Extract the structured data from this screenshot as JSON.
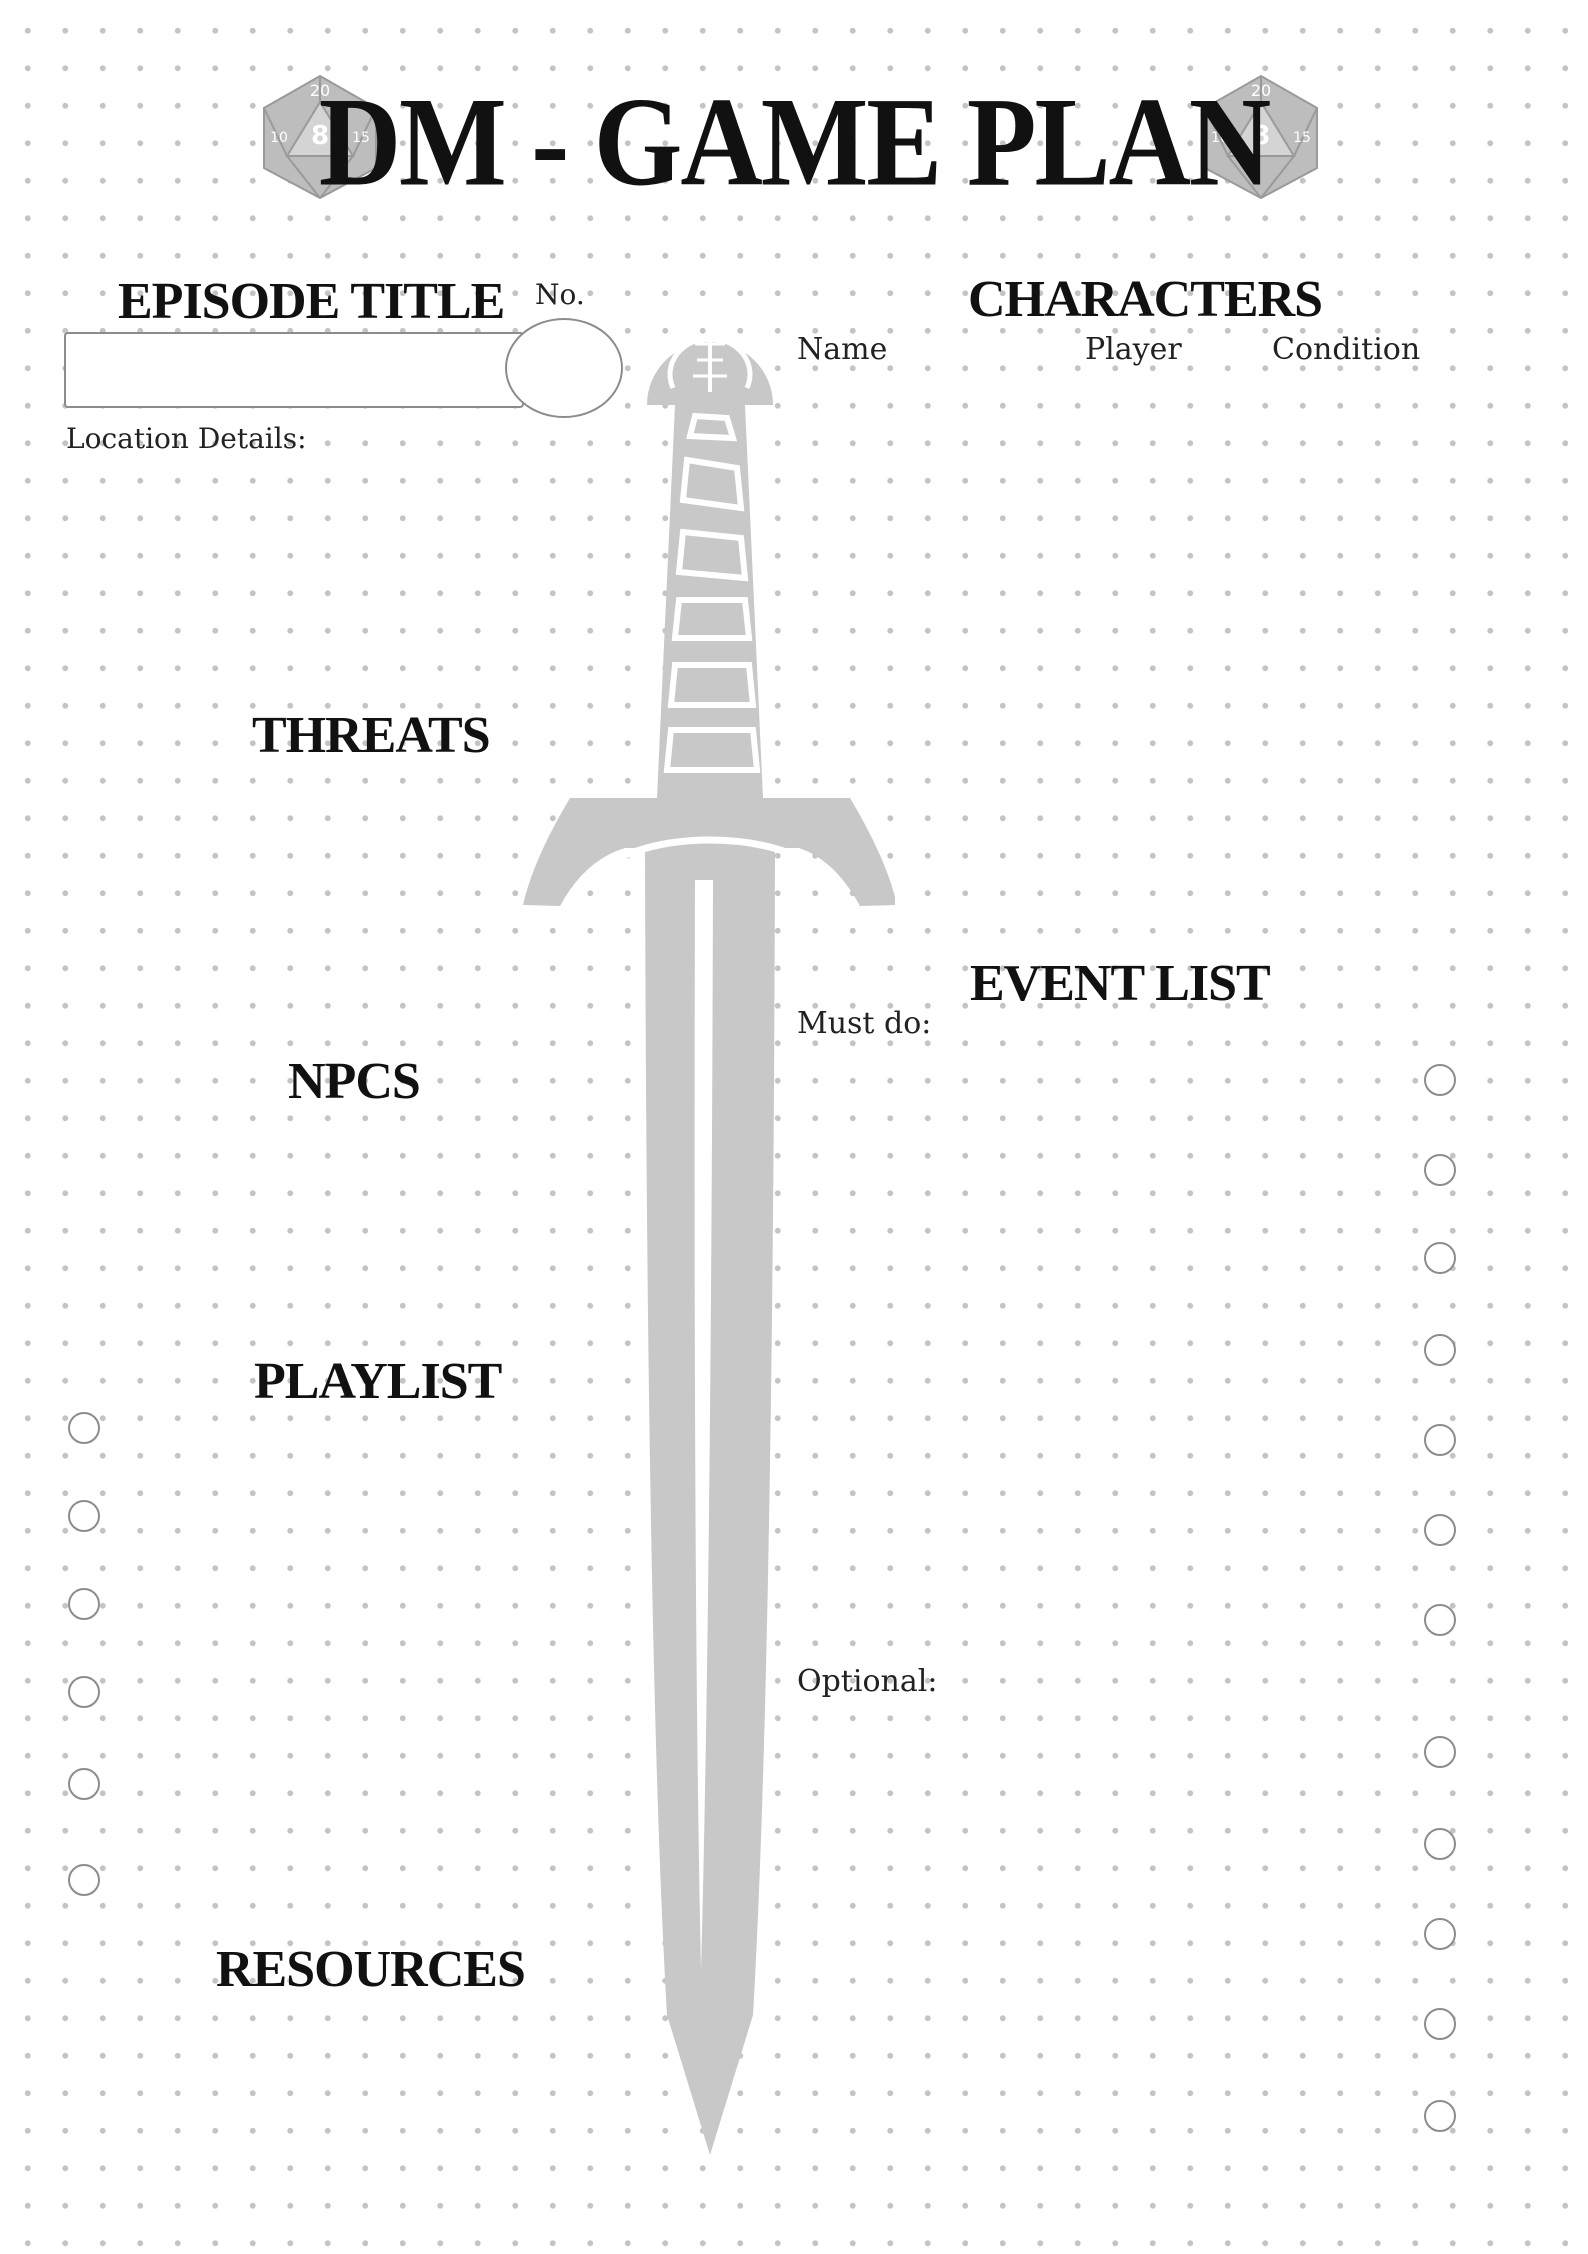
{
  "page_title": "DM - GAME PLAN",
  "left": {
    "episode_title_label": "EPISODE TITLE",
    "number_label": "No.",
    "location_label": "Location Details:",
    "threats_label": "THREATS",
    "npcs_label": "NPCS",
    "playlist_label": "PLAYLIST",
    "resources_label": "RESOURCES"
  },
  "right": {
    "characters_label": "CHARACTERS",
    "columns": [
      "Name",
      "Player",
      "Condition"
    ],
    "event_list_label": "EVENT LIST",
    "must_do_label": "Must do:",
    "optional_label": "Optional:"
  },
  "dice_faces": [
    "20",
    "8",
    "10",
    "15"
  ],
  "colors": {
    "ink": "#111111",
    "dots": "#c4c4c4",
    "sword": "#c8c8c8",
    "checkbox": "#8c8c8c"
  }
}
